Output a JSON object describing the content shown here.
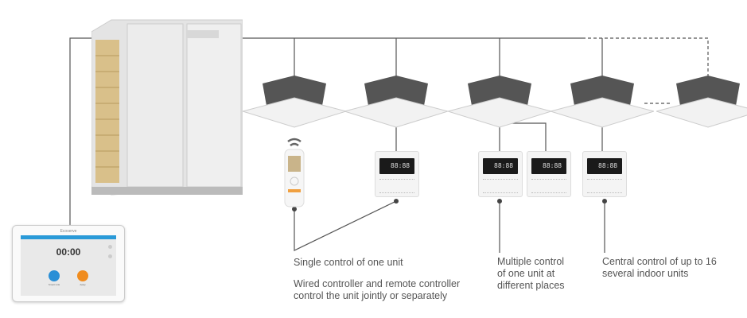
{
  "tablet": {
    "brand": "Ecoserve",
    "time": "00:00",
    "btn1": "Smart Link",
    "btn2": "Away"
  },
  "controller_display": "88:88",
  "captions": {
    "single": "Single control of one unit",
    "wired_remote": "Wired controller and remote controller control the unit jointly or separately",
    "multiple": "Multiple control of one unit at different places",
    "central": "Central control of up to 16 several indoor units"
  },
  "colors": {
    "line": "#555555",
    "text": "#555555",
    "tablet_bar": "#2a9ad8",
    "btn_blue": "#2a8fd6",
    "btn_orange": "#f08c1e"
  }
}
